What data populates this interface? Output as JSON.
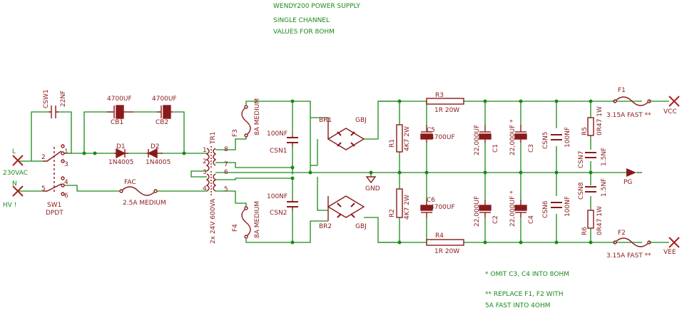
{
  "title": {
    "line1": "WENDY200 POWER SUPPLY",
    "line2": "SINGLE CHANNEL",
    "line3": "VALUES FOR 8OHM"
  },
  "notes": {
    "n1": "* OMIT C3, C4 INTO 8OHM",
    "n2": "** REPLACE F1, F2 WITH",
    "n3": "5A FAST INTO 4OHM"
  },
  "nets": {
    "mains": "230VAC",
    "hv": "HV !",
    "l": "L",
    "n": "N",
    "vcc": "VCC",
    "pg": "PG",
    "vee": "VEE",
    "gnd": "GND"
  },
  "csw1": {
    "name": "CSW1",
    "value": "22NF"
  },
  "sw1": {
    "name": "SW1",
    "type": "DPDT",
    "p1": "1",
    "p2": "2",
    "p3": "3",
    "p4": "4",
    "p5": "5",
    "p6": "6"
  },
  "cb1": {
    "name": "CB1",
    "value": "4700UF"
  },
  "cb2": {
    "name": "CB2",
    "value": "4700UF"
  },
  "d1": {
    "name": "D1",
    "value": "1N4005"
  },
  "d2": {
    "name": "D2",
    "value": "1N4005"
  },
  "fac": {
    "name": "FAC",
    "value": "2.5A MEDIUM"
  },
  "tr1": {
    "name": "TR1",
    "value": "2x 24V 600VA",
    "p1": "1",
    "p2": "2",
    "p3": "3",
    "p4": "4",
    "p5": "5",
    "p6": "6",
    "p7": "7",
    "p8": "8"
  },
  "f3": {
    "name": "F3",
    "value": "8A MEDIUM"
  },
  "f4": {
    "name": "F4",
    "value": "8A MEDIUM"
  },
  "csn1": {
    "name": "CSN1",
    "value": "100NF"
  },
  "csn2": {
    "name": "CSN2",
    "value": "100NF"
  },
  "br1": {
    "name": "BR1",
    "value": "GBJ"
  },
  "br2": {
    "name": "BR2",
    "value": "GBJ"
  },
  "r1": {
    "name": "R1",
    "value": "4K7 2W"
  },
  "r2": {
    "name": "R2",
    "value": "4K7 2W"
  },
  "r3": {
    "name": "R3",
    "value": "1R 20W"
  },
  "r4": {
    "name": "R4",
    "value": "1R 20W"
  },
  "c5": {
    "name": "C5",
    "value": "4700UF"
  },
  "c6": {
    "name": "C6",
    "value": "4700UF"
  },
  "c1": {
    "name": "C1",
    "value": "22,000UF"
  },
  "c2": {
    "name": "C2",
    "value": "22,000UF"
  },
  "c3": {
    "name": "C3",
    "value": "22,000UF *"
  },
  "c4": {
    "name": "C4",
    "value": "22,000UF *"
  },
  "csn5": {
    "name": "CSN5",
    "value": "100NF"
  },
  "csn6": {
    "name": "CSN6",
    "value": "100NF"
  },
  "csn7": {
    "name": "CSN7",
    "value": "1.5NF"
  },
  "csn8": {
    "name": "CSN8",
    "value": "1.5NF"
  },
  "r5": {
    "name": "R5",
    "value": "0R47 1W"
  },
  "r6": {
    "name": "R6",
    "value": "0R47 1W"
  },
  "f1": {
    "name": "F1",
    "value": "3.15A FAST **"
  },
  "f2": {
    "name": "F2",
    "value": "3.15A FAST **"
  },
  "colors": {
    "wire": "#1a8a1a",
    "part": "#8a1a1a",
    "terminal": "#aa2222"
  }
}
